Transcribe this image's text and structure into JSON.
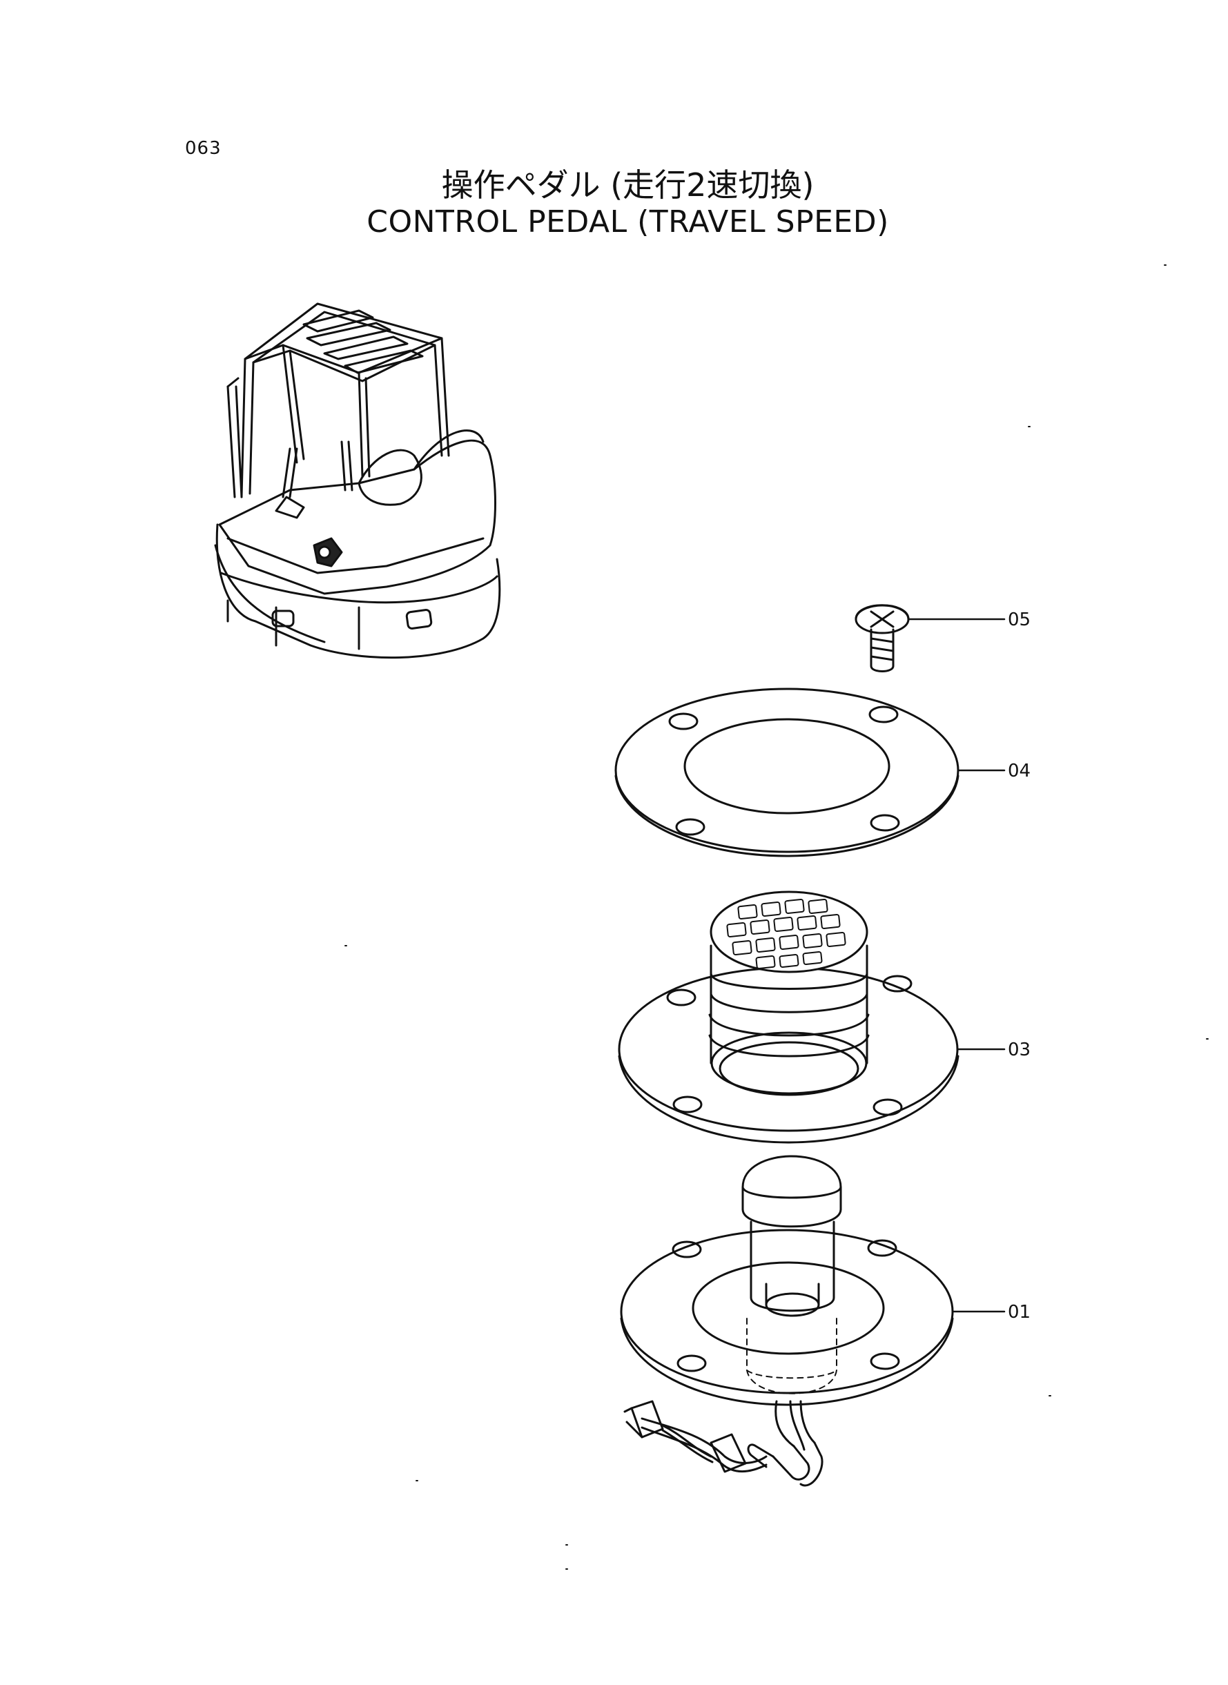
{
  "page": {
    "number": "063",
    "title_jp": "操作ペダル (走行2速切換)",
    "title_en": "CONTROL  PEDAL  (TRAVEL SPEED)"
  },
  "callouts": [
    {
      "id": "05",
      "label": "05"
    },
    {
      "id": "04",
      "label": "04"
    },
    {
      "id": "03",
      "label": "03"
    },
    {
      "id": "01",
      "label": "01"
    }
  ]
}
